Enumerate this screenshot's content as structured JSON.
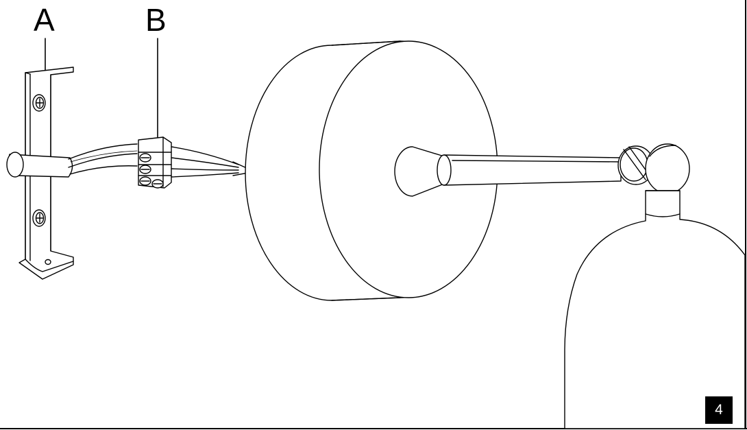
{
  "figure": {
    "callouts": [
      {
        "id": "A",
        "label": "A"
      },
      {
        "id": "B",
        "label": "B"
      }
    ],
    "step_number": "4",
    "colors": {
      "line": "#000000",
      "background": "#ffffff",
      "badge": "#000000",
      "badge_text": "#ffffff"
    }
  }
}
